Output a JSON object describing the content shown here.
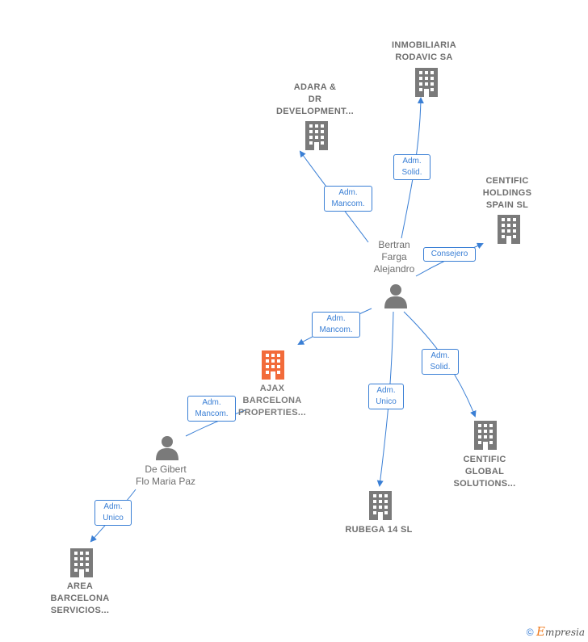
{
  "colors": {
    "edge": "#3a7fd5",
    "building": "#7a7a7a",
    "highlight": "#f26b3a",
    "person": "#7a7a7a"
  },
  "companies": {
    "inmobiliaria": "INMOBILIARIA\nRODAVIC SA",
    "adara": "ADARA &\nDR\nDEVELOPMENT...",
    "centific_holdings": "CENTIFIC\nHOLDINGS\nSPAIN  SL",
    "ajax": "AJAX\nBARCELONA\nPROPERTIES...",
    "centific_global": "CENTIFIC\nGLOBAL\nSOLUTIONS...",
    "rubega": "RUBEGA 14  SL",
    "area": "AREA\nBARCELONA\nSERVICIOS..."
  },
  "people": {
    "bertran": "Bertran\nFarga\nAlejandro",
    "degibert": "De Gibert\nFlo Maria Paz"
  },
  "edges": {
    "bertran_inmobiliaria": "Adm.\nSolid.",
    "bertran_adara": "Adm.\nMancom.",
    "bertran_centific_holdings": "Consejero",
    "bertran_ajax": "Adm.\nMancom.",
    "bertran_centific_global": "Adm.\nSolid.",
    "bertran_rubega": "Adm.\nUnico",
    "degibert_ajax": "Adm.\nMancom.",
    "degibert_area": "Adm.\nUnico"
  },
  "footer": {
    "copyright": "©",
    "brand_initial": "E",
    "brand_rest": "mpresia"
  }
}
